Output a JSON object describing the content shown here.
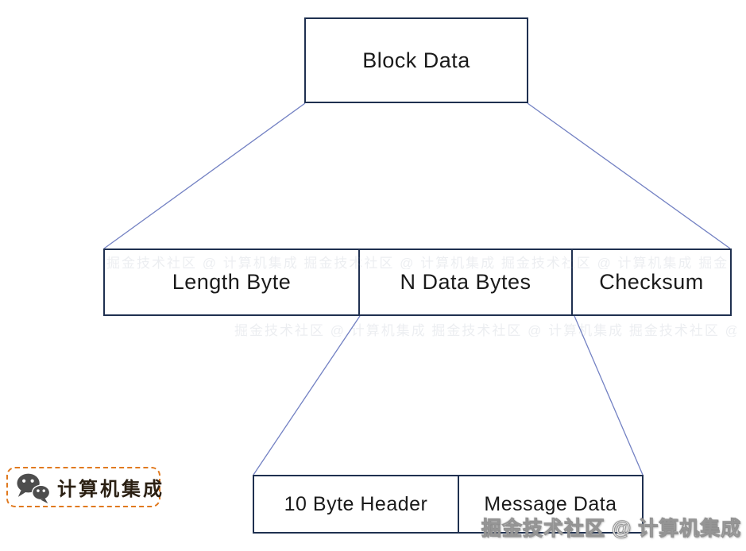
{
  "diagram": {
    "root": {
      "label": "Block Data"
    },
    "level2": {
      "cells": [
        {
          "label": "Length Byte"
        },
        {
          "label": "N Data Bytes"
        },
        {
          "label": "Checksum"
        }
      ]
    },
    "level3": {
      "cells": [
        {
          "label": "10 Byte Header"
        },
        {
          "label": "Message Data"
        }
      ]
    }
  },
  "badge": {
    "label": "计算机集成",
    "icon": "wechat-icon",
    "border_color": "#e0791e"
  },
  "watermark": {
    "main": "掘金技术社区 @ 计算机集成",
    "tiled": "掘金技术社区 @ 计算机集成  掘金技术社区 @ 计算机集成  掘金技术社区 @ 计算机集成  掘金技术社区 @ 计算机集成  掘金技术社区 @ 计算机集成  掘金技术社区 @ 计算机集成  掘金技术社区 @ 计算机集成"
  },
  "colors": {
    "box_border": "#1f3050",
    "connector_line": "#7381c3",
    "text": "#1a1a1a",
    "badge_border": "#e0791e",
    "wechat_bubble": "#4d4d4d"
  }
}
